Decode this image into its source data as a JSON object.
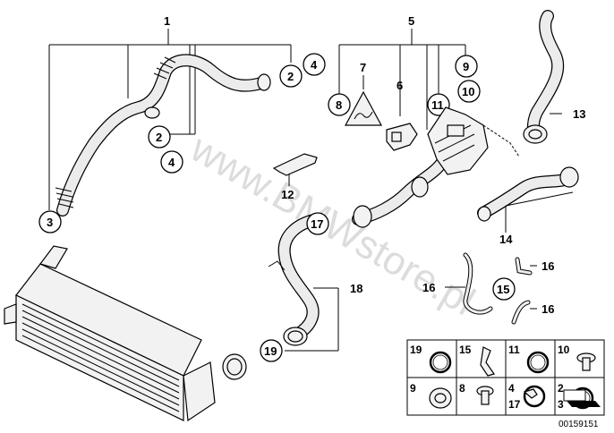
{
  "callouts": {
    "c1": "1",
    "c2a": "2",
    "c2b": "2",
    "c3": "3",
    "c4a": "4",
    "c4b": "4",
    "c5": "5",
    "c6": "6",
    "c7": "7",
    "c8": "8",
    "c9": "9",
    "c10": "10",
    "c11": "11",
    "c12": "12",
    "c13": "13",
    "c14": "14",
    "c15": "15",
    "c16a": "16",
    "c16b": "16",
    "c16c": "16",
    "c17": "17",
    "c18": "18",
    "c19": "19"
  },
  "legend": {
    "r1": [
      "19",
      "15",
      "11",
      "10"
    ],
    "r2a": [
      "9",
      "8",
      "4",
      "2"
    ],
    "r2b": [
      "",
      "",
      "17",
      "3"
    ]
  },
  "watermark": "www.BMWstore.pl",
  "diagram_number": "00159151"
}
